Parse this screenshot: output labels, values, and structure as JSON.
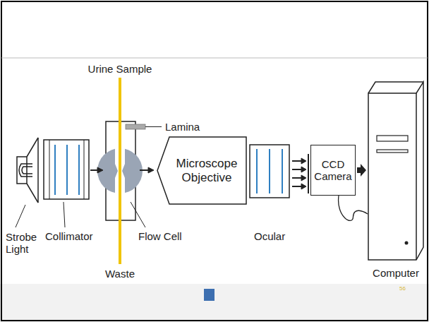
{
  "diagram": {
    "nodes": [
      {
        "text": [
          "Microscope Objective"
        ]
      },
      {
        "text": [
          "CCD Camera"
        ]
      },
      {
        "text": [
          "Computer"
        ]
      }
    ],
    "edges": [
      {
        "from": 1,
        "to": 2,
        "arrow": "to"
      },
      {
        "from": 1,
        "to": 2,
        "arrow": "none"
      }
    ],
    "labels": [
      "Urine Sample",
      "Lamina",
      "Strobe Light",
      "Collimator",
      "Flow Cell",
      "Waste",
      "Ocular",
      "56"
    ]
  }
}
